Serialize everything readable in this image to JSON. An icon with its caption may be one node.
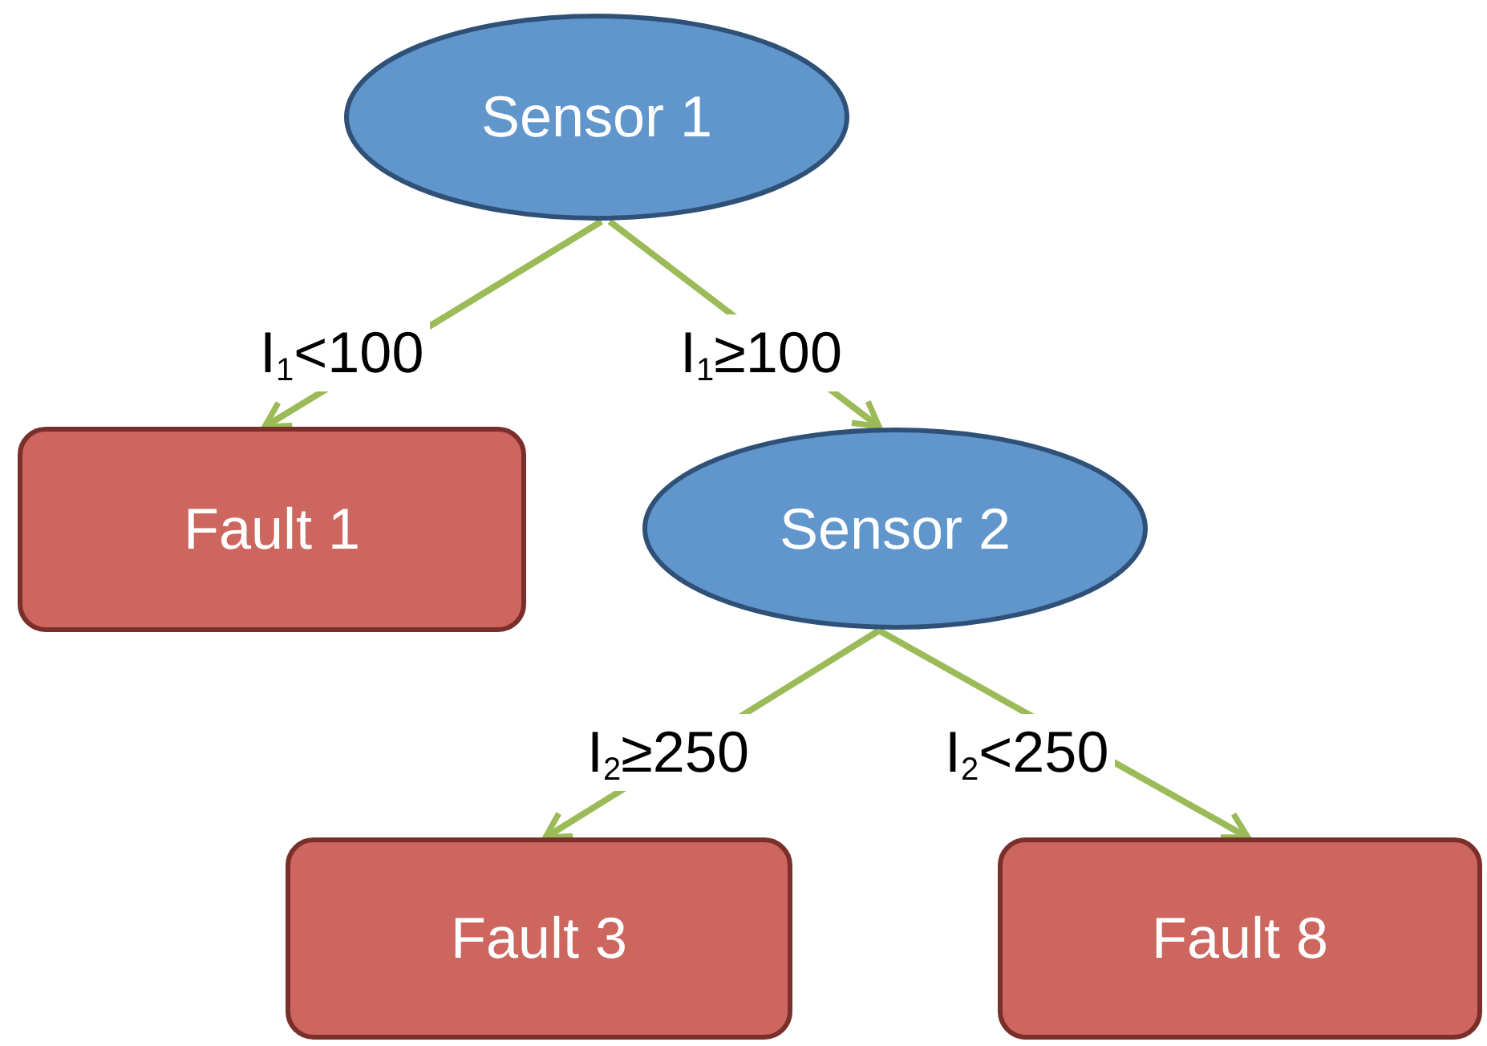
{
  "diagram": {
    "nodes": [
      {
        "text": [
          "Sensor 1"
        ]
      },
      {
        "text": [
          "Fault 1"
        ]
      },
      {
        "text": [
          "Sensor 2"
        ]
      },
      {
        "text": [
          "Fault 3"
        ]
      },
      {
        "text": [
          "Fault 8"
        ]
      }
    ],
    "edges": [
      {
        "from": 0,
        "to": 1,
        "arrow": "to",
        "label": "I$_{1}$<100"
      },
      {
        "from": 0,
        "to": 2,
        "arrow": "to",
        "label": "I$_{1}$≥100"
      },
      {
        "from": 2,
        "to": 3,
        "arrow": "to",
        "label": "I$_{2}$≥250"
      },
      {
        "from": 2,
        "to": 4,
        "arrow": "to",
        "label": "I$_{2}$<250"
      }
    ]
  }
}
